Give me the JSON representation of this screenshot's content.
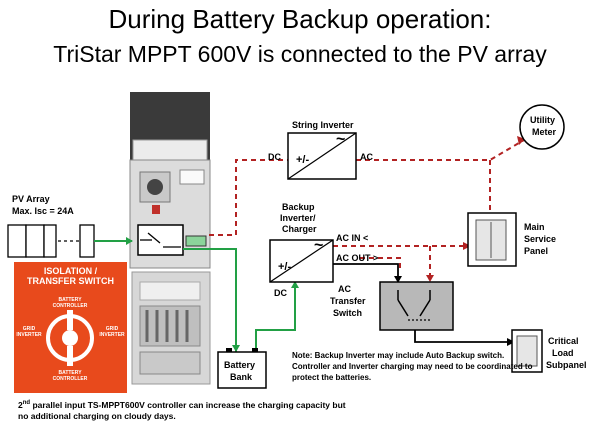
{
  "title": {
    "line1": "During Battery Backup operation:",
    "line2": "TriStar MPPT 600V is connected to the PV array"
  },
  "labels": {
    "pv_array": "PV Array",
    "pv_isc": "Max. Isc = 24A",
    "string_inverter": "String Inverter",
    "dc": "DC",
    "ac": "AC",
    "utility_meter_1": "Utility",
    "utility_meter_2": "Meter",
    "backup_1": "Backup",
    "backup_2": "Inverter/",
    "backup_3": "Charger",
    "ac_in": "AC IN  <",
    "ac_out": "AC OUT >",
    "backup_dc": "DC",
    "main_panel_1": "Main",
    "main_panel_2": "Service",
    "main_panel_3": "Panel",
    "ac_transfer_1": "AC",
    "ac_transfer_2": "Transfer",
    "ac_transfer_3": "Switch",
    "critical_1": "Critical",
    "critical_2": "Load",
    "critical_3": "Subpanel",
    "battery_1": "Battery",
    "battery_2": "Bank",
    "plus_minus": "+/-",
    "tilde": "~"
  },
  "isolation_switch": {
    "line1": "ISOLATION /",
    "line2": "TRANSFER SWITCH",
    "battery_controller_top": "BATTERY CONTROLLER",
    "grid_inverter_left": "GRID INVERTER",
    "grid_inverter_right": "GRID INVERTER",
    "battery_controller_bottom": "BATTERY CONTROLLER"
  },
  "note": "Note: Backup Inverter may include Auto Backup switch. Controller and Inverter charging may need to be coordinated to protect the batteries.",
  "footnote": {
    "sup": "nd",
    "text_a": "2",
    "text_b": " parallel input TS-MPPT600V controller can increase the charging capacity but no additional charging on cloudy days."
  },
  "colors": {
    "ac_dashed": "#b22222",
    "dc_green": "#22a045",
    "isolation_orange": "#e84a1c",
    "switch_gray": "#b8b8b8"
  }
}
